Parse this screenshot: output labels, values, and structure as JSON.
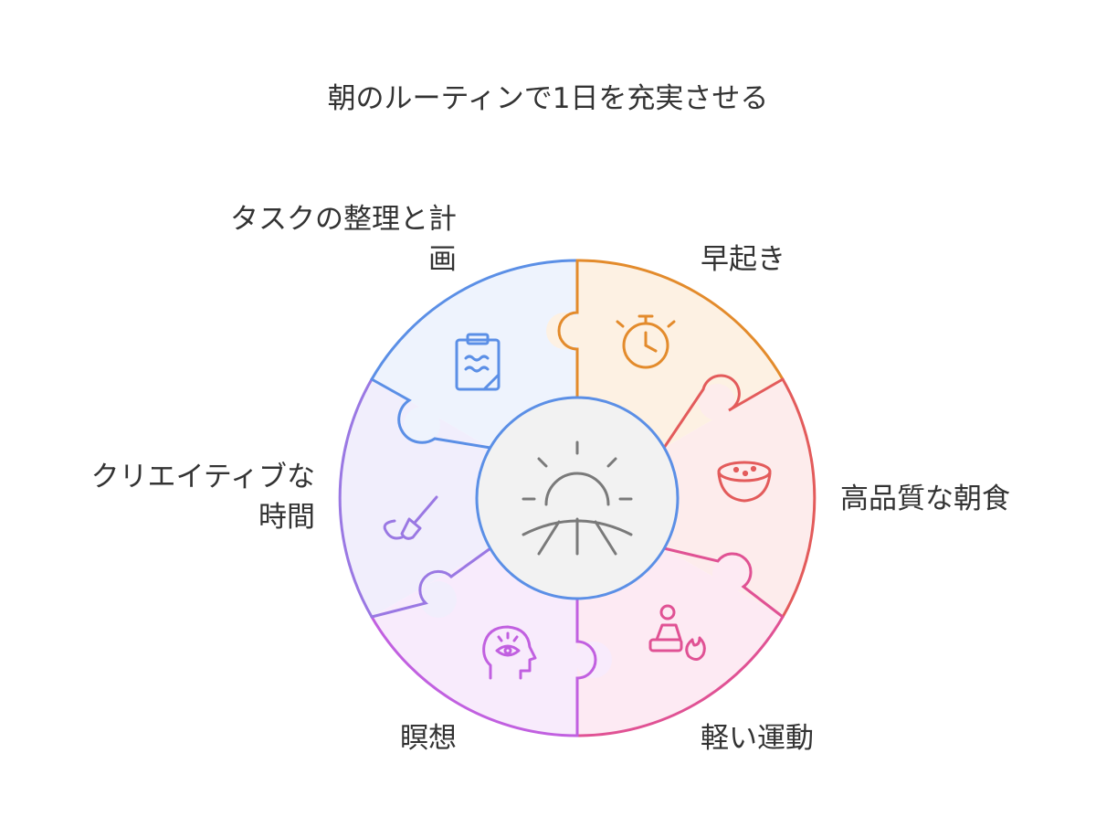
{
  "title": "朝のルーティンで1日を充実させる",
  "center": {
    "icon": "sunrise-icon",
    "color": "#7a7a7a",
    "fill": "#f2f2f2"
  },
  "segments": [
    {
      "id": "task-planning",
      "label_lines": [
        "タスクの整理と計",
        "画"
      ],
      "icon": "clipboard-icon",
      "stroke": "#5b8fe6",
      "fill": "#eef3fd"
    },
    {
      "id": "early-rise",
      "label_lines": [
        "早起き"
      ],
      "icon": "stopwatch-icon",
      "stroke": "#e38b2c",
      "fill": "#fdf1e3"
    },
    {
      "id": "quality-breakfast",
      "label_lines": [
        "高品質な朝食"
      ],
      "icon": "bowl-icon",
      "stroke": "#e35b5b",
      "fill": "#fdecec"
    },
    {
      "id": "light-exercise",
      "label_lines": [
        "軽い運動"
      ],
      "icon": "exercise-icon",
      "stroke": "#e05294",
      "fill": "#fdeaf3"
    },
    {
      "id": "meditation",
      "label_lines": [
        "瞑想"
      ],
      "icon": "mind-eye-icon",
      "stroke": "#c160e0",
      "fill": "#f8ebfc"
    },
    {
      "id": "creative-time",
      "label_lines": [
        "クリエイティブな",
        "時間"
      ],
      "icon": "paintbrush-icon",
      "stroke": "#9a78e3",
      "fill": "#f1eefc"
    }
  ]
}
